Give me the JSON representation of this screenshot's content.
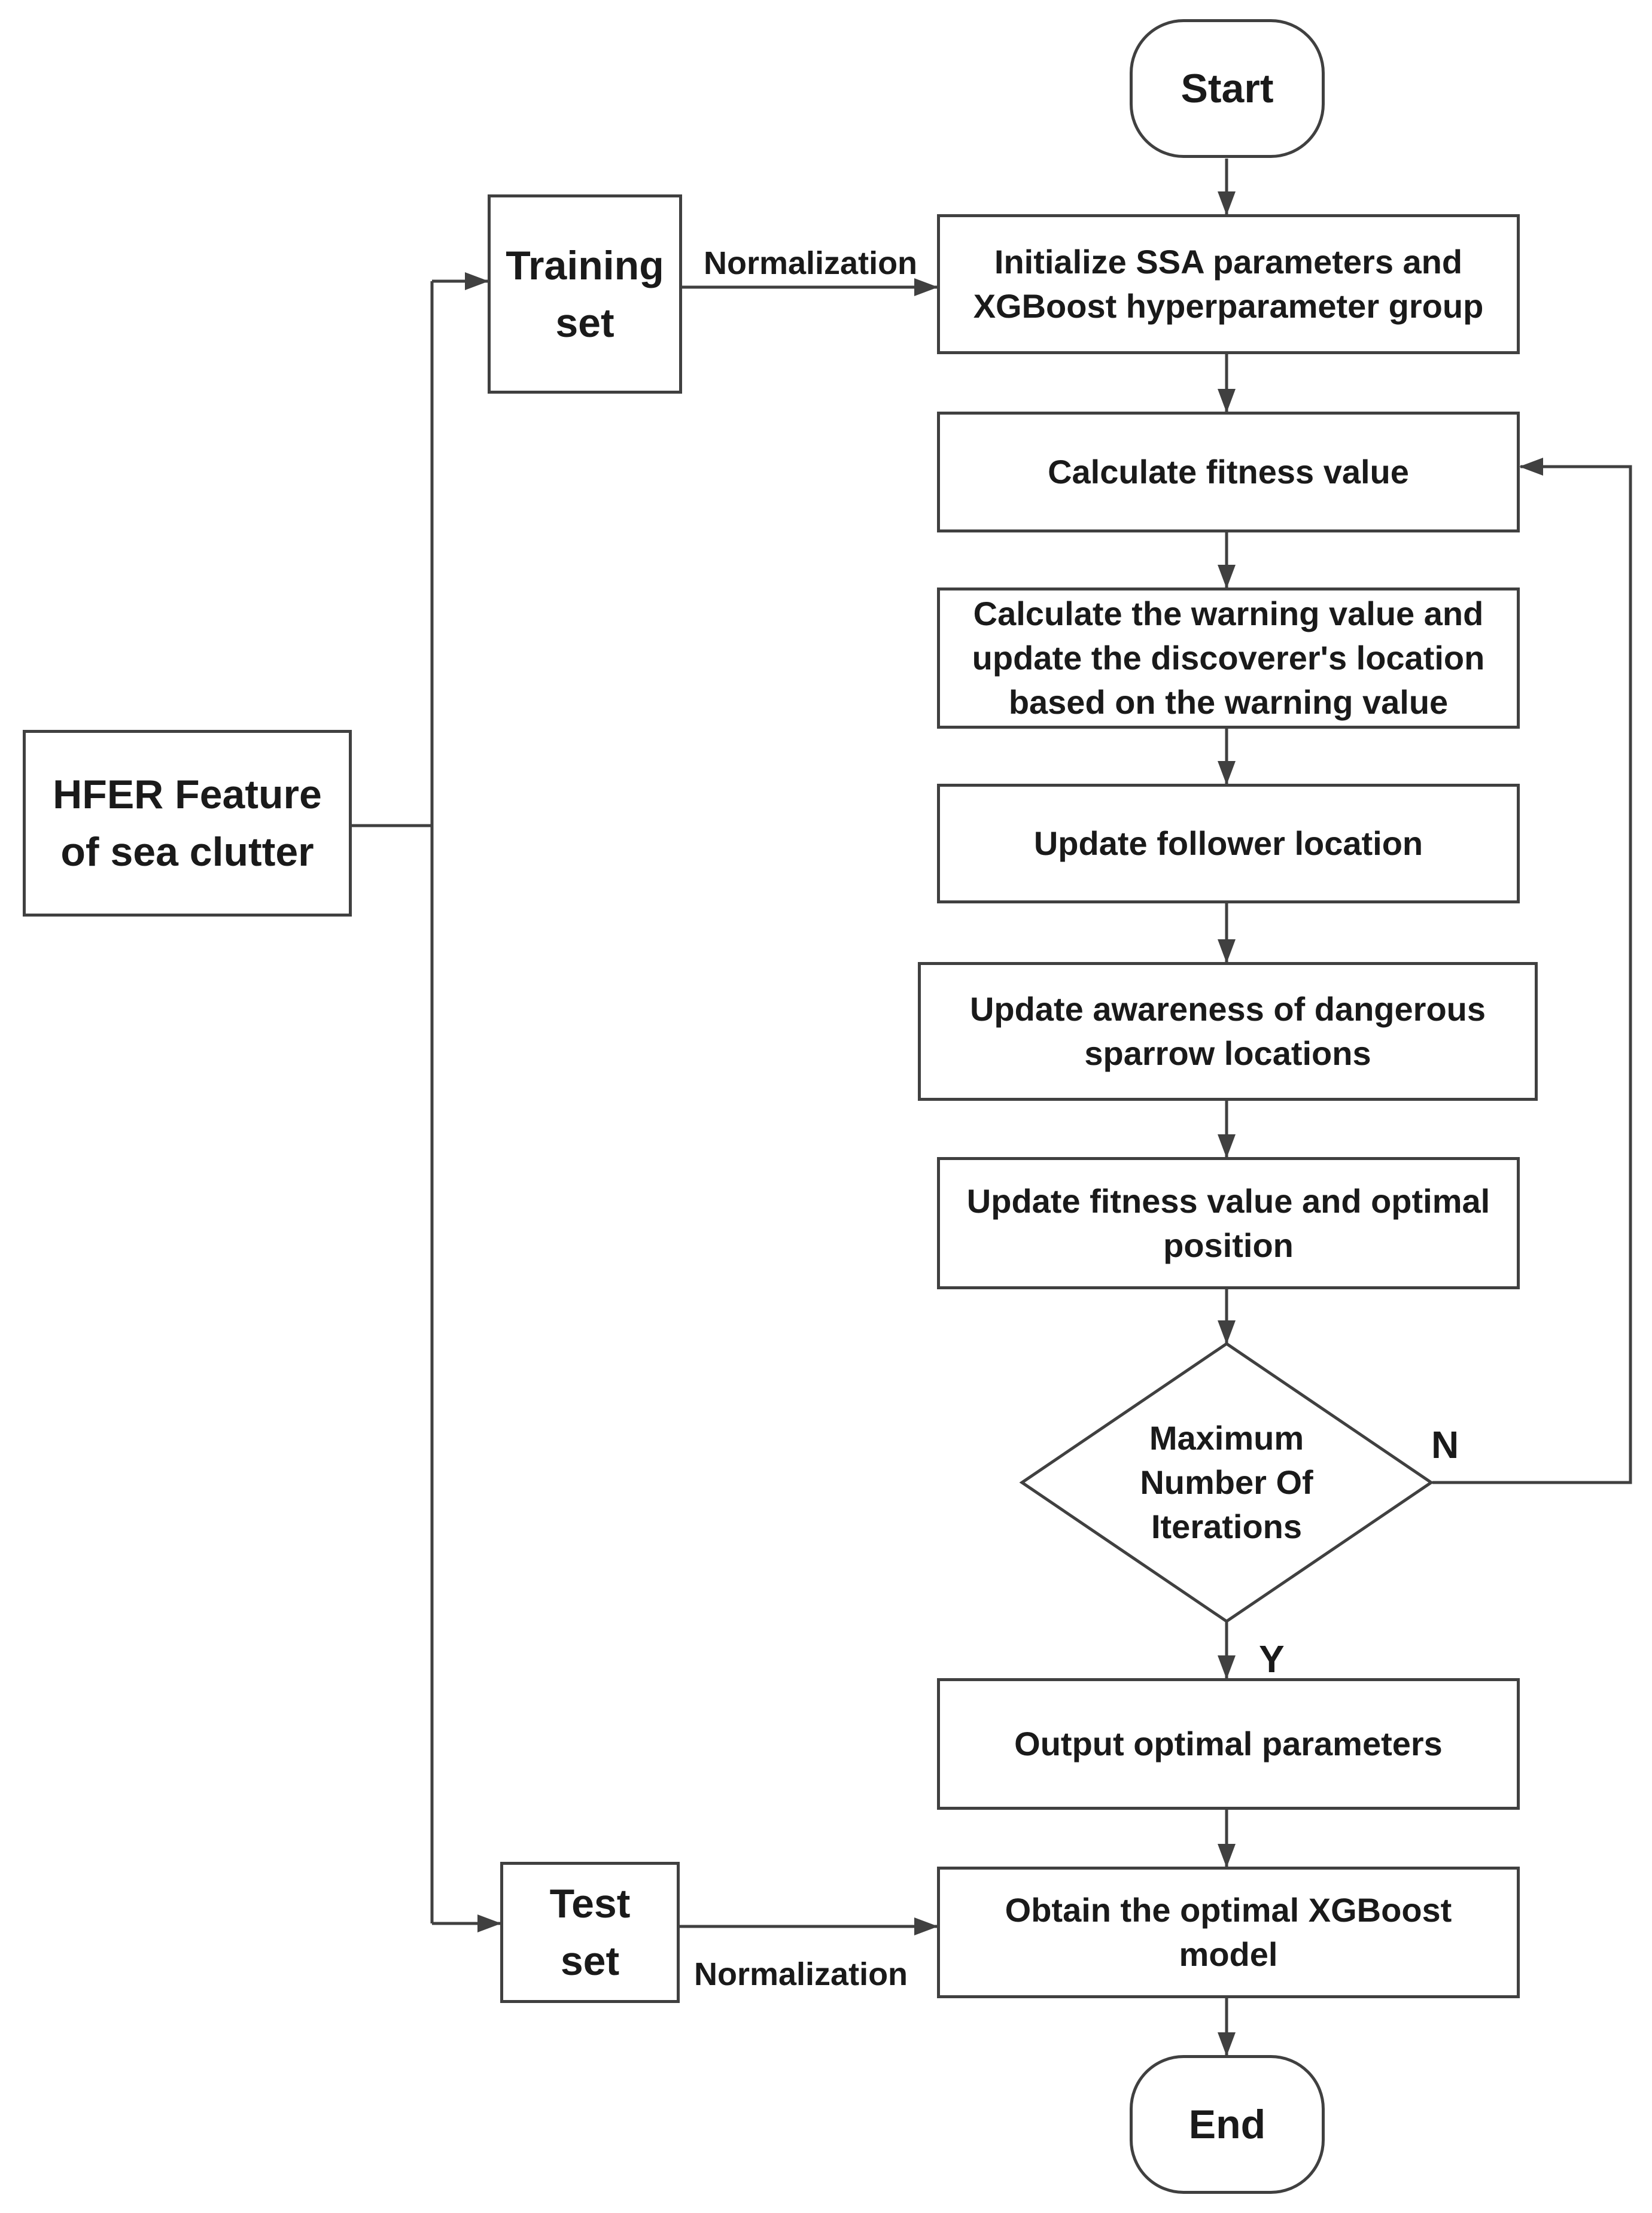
{
  "nodes": {
    "start": "Start",
    "hfer": "HFER Feature of sea clutter",
    "training_set": "Training set",
    "test_set": "Test set",
    "init": "Initialize SSA parameters and XGBoost hyperparameter group",
    "fitness": "Calculate fitness value",
    "warning": "Calculate the warning value and update the discoverer's location based on the warning value",
    "follower": "Update follower location",
    "awareness": "Update awareness of dangerous sparrow locations",
    "update_fitness": "Update fitness value and optimal position",
    "decision": "Maximum Number Of Iterations",
    "output": "Output optimal parameters",
    "obtain": "Obtain the optimal XGBoost model",
    "end": "End"
  },
  "edge_labels": {
    "normalization_top": "Normalization",
    "normalization_bottom": "Normalization",
    "no": "N",
    "yes": "Y"
  },
  "colors": {
    "line": "#404040",
    "text": "#1a1a1a"
  }
}
